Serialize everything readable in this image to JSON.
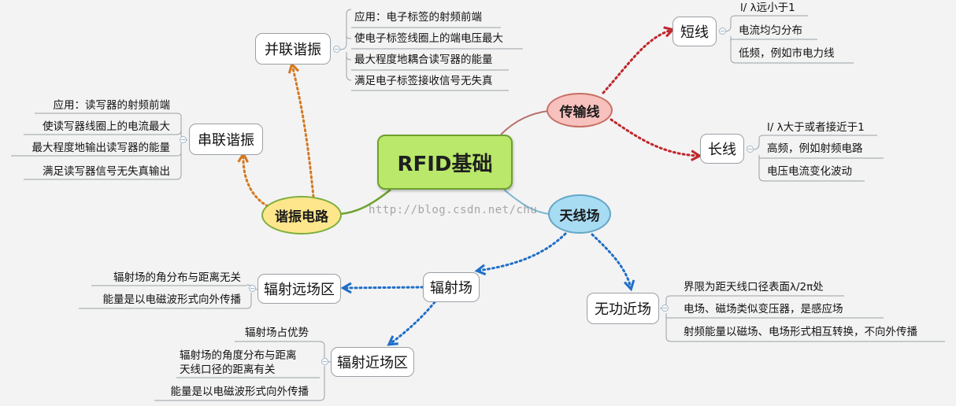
{
  "root": "RFID基础",
  "watermark": "http://blog.csdn.net/chu",
  "branches": {
    "resonance": {
      "label": "谐振电路",
      "parallel": {
        "label": "并联谐振",
        "leaves": [
          "应用：电子标签的射频前端",
          "使电子标签线圈上的端电压最大",
          "最大程度地耦合读写器的能量",
          "满足电子标签接收信号无失真"
        ]
      },
      "series": {
        "label": "串联谐振",
        "leaves": [
          "应用：读写器的射频前端",
          "使读写器线圈上的电流最大",
          "最大程度地输出读写器的能量",
          "满足读写器信号无失真输出"
        ]
      }
    },
    "transmission_line": {
      "label": "传输线",
      "short": {
        "label": "短线",
        "leaves": [
          "l/ λ远小于1",
          "电流均匀分布",
          "低频，例如市电力线"
        ]
      },
      "long": {
        "label": "长线",
        "leaves": [
          "l/ λ大于或者接近于1",
          "高频，例如射频电路",
          "电压电流变化波动"
        ]
      }
    },
    "antenna": {
      "label": "天线场",
      "radiation": {
        "label": "辐射场",
        "far": {
          "label": "辐射远场区",
          "leaves": [
            "辐射场的角分布与距离无关",
            "能量是以电磁波形式向外传播"
          ]
        },
        "near": {
          "label": "辐射近场区",
          "leaves": [
            "辐射场占优势",
            "辐射场的角度分布与距离",
            "天线口径的距离有关",
            "能量是以电磁波形式向外传播"
          ]
        }
      },
      "reactive": {
        "label": "无功近场",
        "leaves": [
          "界限为距天线口径表面λ/2π处",
          "电场、磁场类似变压器，是感应场",
          "射频能量以磁场、电场形式相互转换，不向外传播"
        ]
      }
    }
  },
  "colors": {
    "canvas": "#f3f3f3",
    "root_fill": "#b9e86a",
    "resonance_fill": "#fde68c",
    "resonance_arrow": "#d4781f",
    "line_fill": "#f7c1bd",
    "line_arrow": "#c0262c",
    "antenna_fill": "#a7dcf3",
    "antenna_arrow": "#1f6fc8"
  }
}
